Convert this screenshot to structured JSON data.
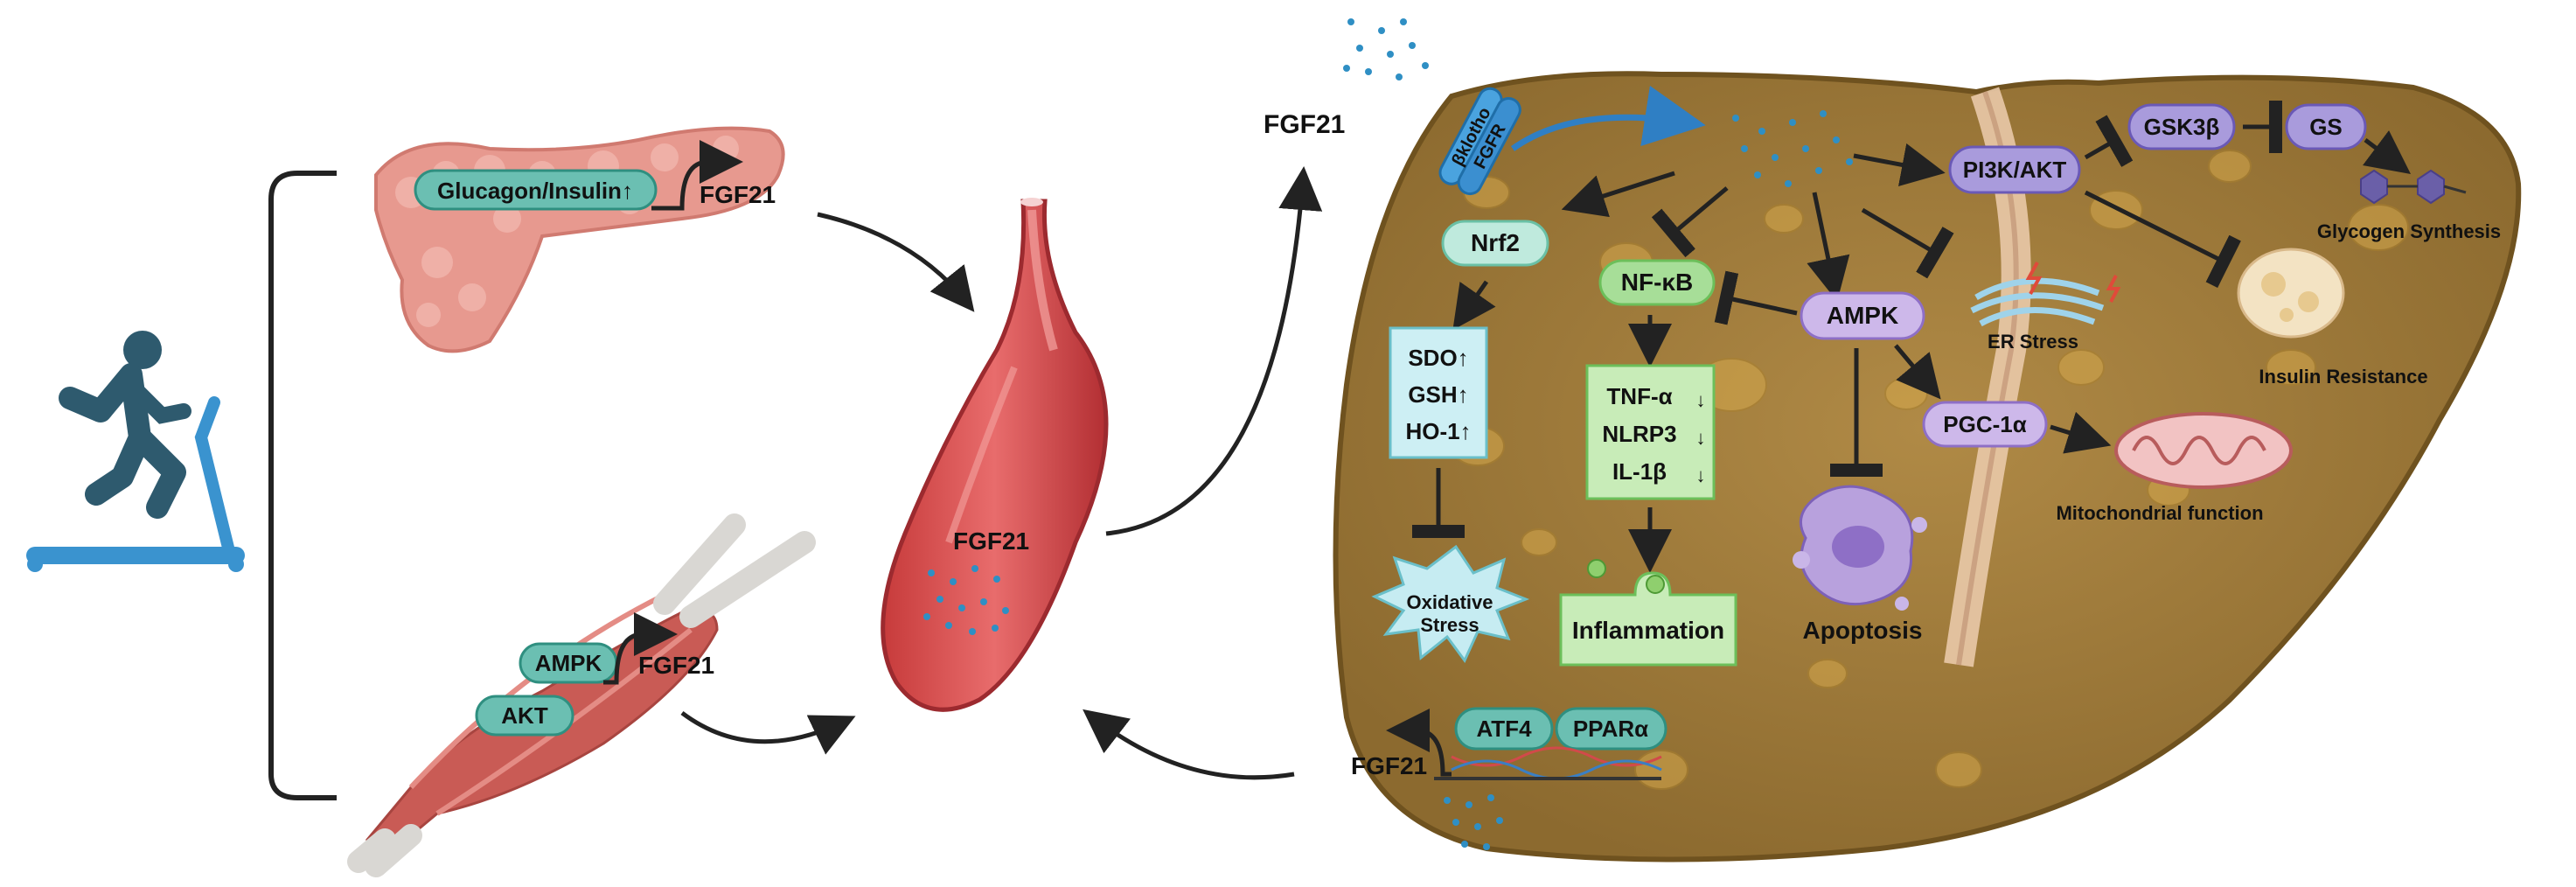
{
  "labels": {
    "glucagon_insulin": "Glucagon/Insulin↑",
    "fgf21_pancreas": "FGF21",
    "ampk_muscle": "AMPK",
    "akt_muscle": "AKT",
    "fgf21_muscle": "FGF21",
    "fgf21_vessel": "FGF21",
    "fgf21_top": "FGF21",
    "beta_klotho": "βklotho",
    "fgfr": "FGFR",
    "nrf2": "Nrf2",
    "sdo": "SDO↑",
    "gsh": "GSH↑",
    "ho1": "HO-1↑",
    "oxidative_1": "Oxidative",
    "oxidative_2": "Stress",
    "nfkb": "NF-κB",
    "tnfa": "TNF-α",
    "nlrp3": "NLRP3",
    "il1b": "IL-1β",
    "down_arrow": "↓",
    "inflammation": "Inflammation",
    "ampk_liver": "AMPK",
    "apoptosis": "Apoptosis",
    "pi3k_akt": "PI3K/AKT",
    "er_stress": "ER Stress",
    "gsk3b": "GSK3β",
    "gs": "GS",
    "glycogen": "Glycogen Synthesis",
    "insulin_resistance": "Insulin Resistance",
    "pgc1a": "PGC-1α",
    "mito": "Mitochondrial function",
    "atf4": "ATF4",
    "ppara": "PPARα",
    "fgf21_liver": "FGF21"
  }
}
